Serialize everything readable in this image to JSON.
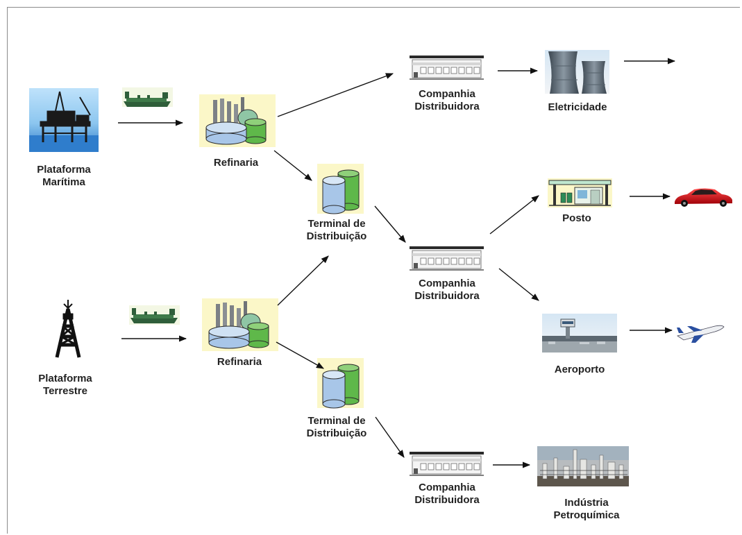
{
  "labels": {
    "plataforma_maritima": [
      "Plataforma",
      "Marítima"
    ],
    "plataforma_terrestre": [
      "Plataforma",
      "Terrestre"
    ],
    "refinaria_1": "Refinaria",
    "refinaria_2": "Refinaria",
    "terminal_1": [
      "Terminal de",
      "Distribuição"
    ],
    "terminal_2": [
      "Terminal de",
      "Distribuição"
    ],
    "companhia_1": [
      "Companhia",
      "Distribuidora"
    ],
    "companhia_2": [
      "Companhia",
      "Distribuidora"
    ],
    "companhia_3": [
      "Companhia",
      "Distribuidora"
    ],
    "eletricidade": "Eletricidade",
    "posto": "Posto",
    "aeroporto": "Aeroporto",
    "industria": [
      "Indústria",
      "Petroquímica"
    ]
  },
  "colors": {
    "sea": "#3b8fd6",
    "sky": "#a8d4f4",
    "refinery_bg": "#fbf7c8",
    "tank_blue": "#a8c6e8",
    "tank_green": "#5fb84a",
    "car_red": "#d0101a",
    "ship": "#2f5e3a"
  },
  "icons": [
    "offshore-platform-icon",
    "oil-derrick-icon",
    "tanker-ship-icon",
    "refinery-icon",
    "storage-tank-icon",
    "warehouse-icon",
    "power-plant-icon",
    "gas-station-icon",
    "airport-icon",
    "petrochemical-plant-icon",
    "car-icon",
    "airplane-icon"
  ]
}
